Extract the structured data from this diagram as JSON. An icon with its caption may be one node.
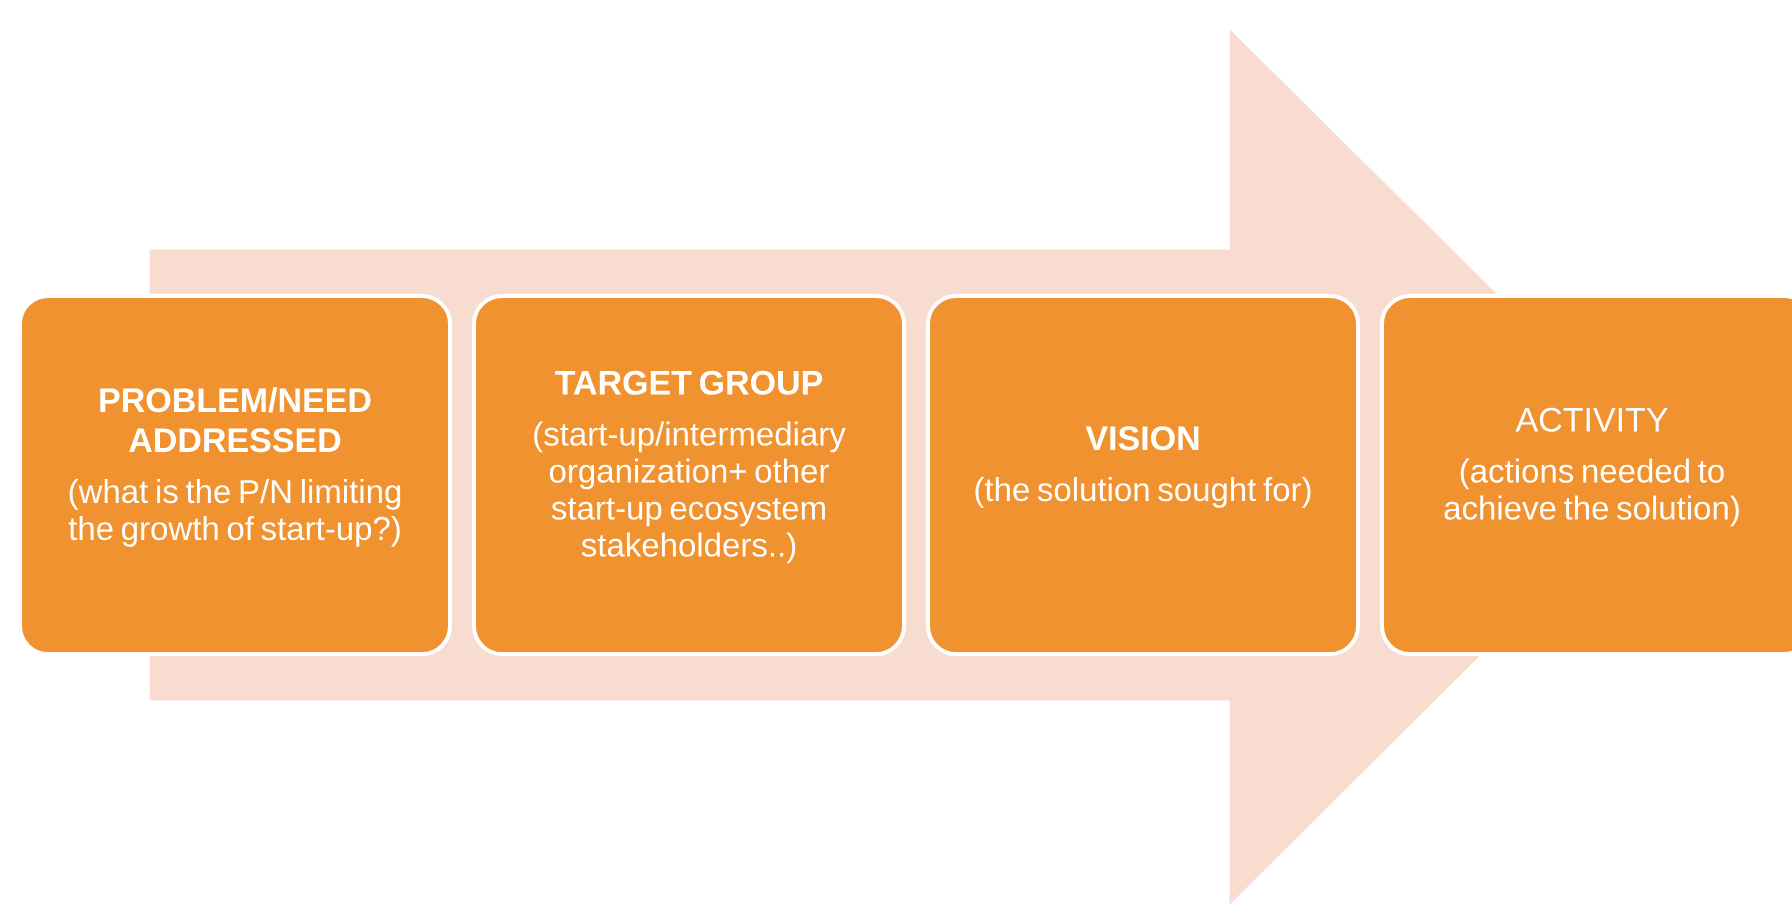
{
  "diagram": {
    "nodes": [
      {
        "text": [
          "PROBLEM/NEED ADDRESSED",
          "(what is the P/N limiting the growth of start-up?)"
        ]
      },
      {
        "text": [
          "TARGET GROUP",
          "(start-up/intermediary organization+ other start-up ecosystem stakeholders..)"
        ]
      },
      {
        "text": [
          "VISION",
          "(the solution sought for)"
        ]
      },
      {
        "text": [
          "ACTIVITY",
          "(actions needed to achieve the solution)"
        ]
      }
    ],
    "edges": [
      {
        "from": 0,
        "to": 3,
        "arrow": "to"
      }
    ]
  }
}
